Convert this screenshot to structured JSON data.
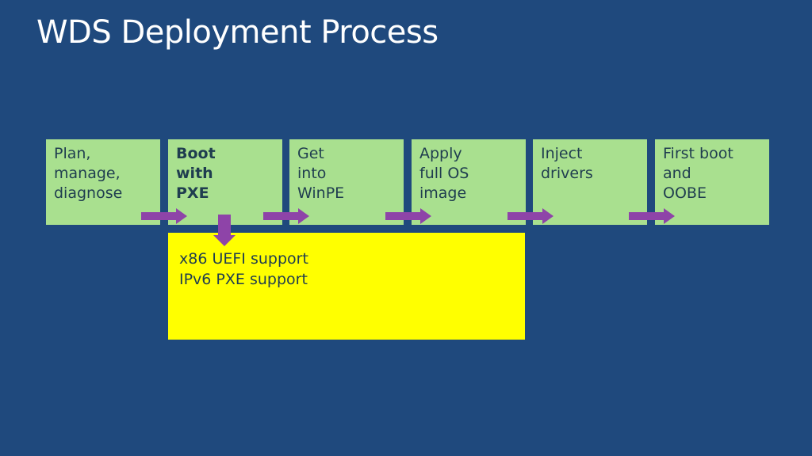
{
  "slide": {
    "title": "WDS Deployment Process"
  },
  "steps": [
    {
      "label": "Plan,\nmanage,\ndiagnose",
      "bold": false
    },
    {
      "label": "Boot\nwith\nPXE",
      "bold": true
    },
    {
      "label": "Get\ninto\nWinPE",
      "bold": false
    },
    {
      "label": "Apply\nfull OS\nimage",
      "bold": false
    },
    {
      "label": "Inject\ndrivers",
      "bold": false
    },
    {
      "label": "First boot\nand\nOOBE",
      "bold": false
    }
  ],
  "detail": {
    "lines": [
      "x86 UEFI support",
      "IPv6 PXE support"
    ]
  },
  "colors": {
    "background": "#1f497d",
    "step_fill": "#a9e08f",
    "detail_fill": "#ffff00",
    "arrow": "#8e44a8",
    "text_dark": "#1f3d4f",
    "title_text": "#ffffff"
  }
}
